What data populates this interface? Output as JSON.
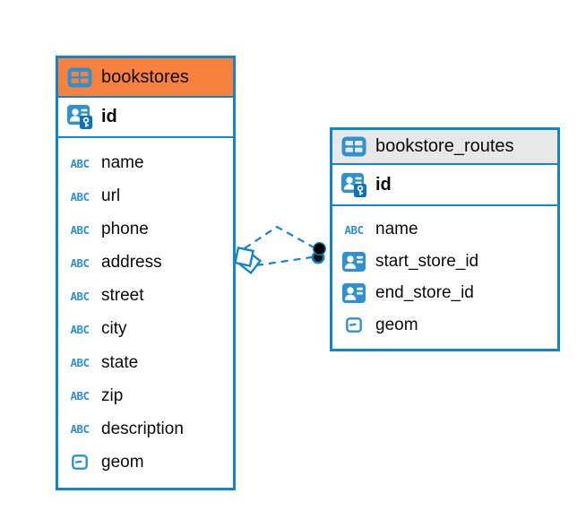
{
  "diagram": {
    "colors": {
      "table_border": "#1386C9",
      "connector": "#1386C9",
      "icon_blue": "#2E91D4",
      "key_badge": "#0E72B9",
      "text": "#0a0a0a"
    },
    "icon_glyphs": {
      "abc": "ABC"
    },
    "tables": [
      {
        "name": "bookstores",
        "header_bg": "#F8813D",
        "header_icon": "table-grid-icon",
        "primary_key": {
          "label": "id",
          "icon": "person-key-icon"
        },
        "columns": [
          {
            "label": "name",
            "type": "text",
            "icon": "abc-icon"
          },
          {
            "label": "url",
            "type": "text",
            "icon": "abc-icon"
          },
          {
            "label": "phone",
            "type": "text",
            "icon": "abc-icon"
          },
          {
            "label": "address",
            "type": "text",
            "icon": "abc-icon"
          },
          {
            "label": "street",
            "type": "text",
            "icon": "abc-icon"
          },
          {
            "label": "city",
            "type": "text",
            "icon": "abc-icon"
          },
          {
            "label": "state",
            "type": "text",
            "icon": "abc-icon"
          },
          {
            "label": "zip",
            "type": "text",
            "icon": "abc-icon"
          },
          {
            "label": "description",
            "type": "text",
            "icon": "abc-icon"
          },
          {
            "label": "geom",
            "type": "geometry",
            "icon": "geometry-icon"
          }
        ]
      },
      {
        "name": "bookstore_routes",
        "header_bg": "#E8E8E8",
        "header_icon": "table-grid-icon",
        "primary_key": {
          "label": "id",
          "icon": "person-key-icon"
        },
        "columns": [
          {
            "label": "name",
            "type": "text",
            "icon": "abc-icon"
          },
          {
            "label": "start_store_id",
            "type": "reference",
            "icon": "person-card-icon"
          },
          {
            "label": "end_store_id",
            "type": "reference",
            "icon": "person-card-icon"
          },
          {
            "label": "geom",
            "type": "geometry",
            "icon": "geometry-icon"
          }
        ]
      }
    ],
    "relationships": [
      {
        "from": "bookstores",
        "to": "bookstore_routes.start_store_id",
        "line_style": "dashed",
        "from_marker": "diamond",
        "to_marker": "filled-circle"
      },
      {
        "from": "bookstores",
        "to": "bookstore_routes.end_store_id",
        "line_style": "dashed",
        "from_marker": "diamond",
        "to_marker": "filled-circle"
      }
    ]
  }
}
